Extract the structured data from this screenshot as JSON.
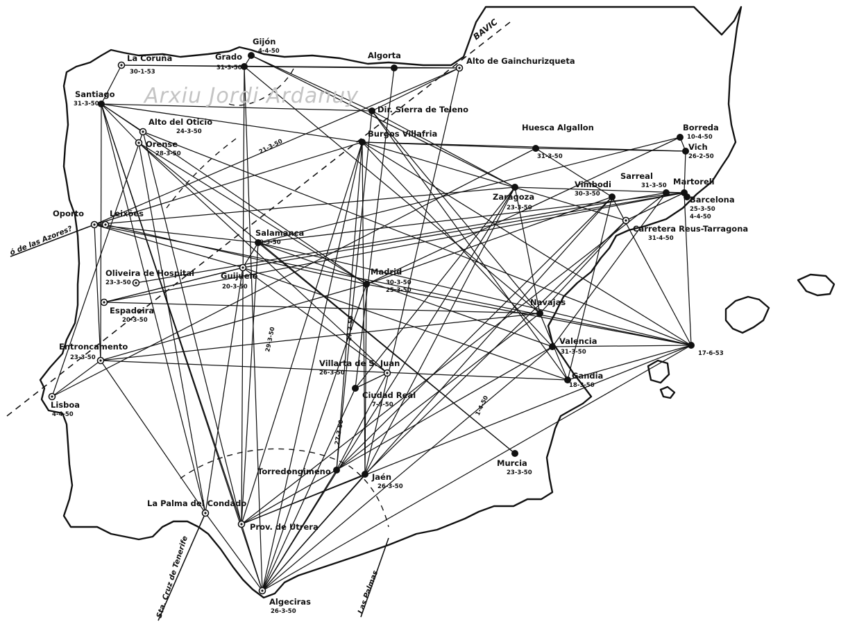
{
  "watermark": "Arxiu Jordi Ardanuy",
  "colors": {
    "ink": "#111111",
    "paper": "#ffffff",
    "watermark": "#c4c4c4"
  },
  "stations": [
    {
      "id": "lacoruna",
      "name": "La Coruña",
      "date": "30-1-53",
      "marker": "ring"
    },
    {
      "id": "gijon",
      "name": "Gijón",
      "date": "4-4-50",
      "marker": "solid"
    },
    {
      "id": "grado",
      "name": "Grado",
      "date": "31-3-50",
      "marker": "solid"
    },
    {
      "id": "algorta",
      "name": "Algorta",
      "date": "",
      "marker": "solid"
    },
    {
      "id": "ganchu",
      "name": "Alto de Gainchurizqueta",
      "date": "",
      "marker": "ring"
    },
    {
      "id": "santiago",
      "name": "Santiago",
      "date": "31-3-50",
      "marker": "solid"
    },
    {
      "id": "telena",
      "name": "Dir. Sierra de Teleno",
      "date": "",
      "marker": "solid"
    },
    {
      "id": "oticio",
      "name": "Alto del Oticio",
      "date": "24-3-50",
      "marker": "ring"
    },
    {
      "id": "orense",
      "name": "Orense",
      "date": "28-3-50",
      "marker": "ring"
    },
    {
      "id": "burgos",
      "name": "Burgos Villafria",
      "date": "",
      "marker": "solid"
    },
    {
      "id": "huesca",
      "name": "Huesca Algallon",
      "date": "31-3-50",
      "marker": "solid"
    },
    {
      "id": "borreda",
      "name": "Borreda",
      "date": "10-4-50",
      "marker": "solid"
    },
    {
      "id": "vich",
      "name": "Vich",
      "date": "26-2-50",
      "marker": "solid"
    },
    {
      "id": "oporto",
      "name": "Oporto",
      "date": "",
      "marker": "ring"
    },
    {
      "id": "leixoes",
      "name": "Leixões",
      "date": "",
      "marker": "ring"
    },
    {
      "id": "zaragoza",
      "name": "Zaragoza",
      "date": "23-3-50",
      "marker": "solid"
    },
    {
      "id": "sarreal",
      "name": "Sarreal",
      "date": "31-3-50",
      "marker": "solid"
    },
    {
      "id": "vimbodi",
      "name": "Vimbodi",
      "date": "30-3-50",
      "marker": "solid"
    },
    {
      "id": "martorell",
      "name": "Martorell",
      "date": "",
      "marker": "solid"
    },
    {
      "id": "barcelona",
      "name": "Barcelona",
      "date": "25-3-50 4-4-50",
      "marker": "solid"
    },
    {
      "id": "reus",
      "name": "Carretera Reus-Tarragona",
      "date": "31-4-50",
      "marker": "ring"
    },
    {
      "id": "salamanca",
      "name": "Salamanca",
      "date": "30-3-50",
      "marker": "solid"
    },
    {
      "id": "oliveira",
      "name": "Oliveira de Hospital",
      "date": "23-3-50",
      "marker": "ring"
    },
    {
      "id": "guijuelo",
      "name": "Guijuelo",
      "date": "20-3-50",
      "marker": "ring"
    },
    {
      "id": "madrid",
      "name": "Madrid",
      "date": "30-3-50 25-3-50",
      "marker": "solid"
    },
    {
      "id": "espadeira",
      "name": "Espadeira",
      "date": "20-3-50",
      "marker": "ring"
    },
    {
      "id": "navajas",
      "name": "Navajas",
      "date": "",
      "marker": "solid"
    },
    {
      "id": "valencia",
      "name": "Valencia",
      "date": "31-3-50",
      "marker": "solid"
    },
    {
      "id": "ibiza",
      "name": "",
      "date": "17-6-53",
      "marker": "solid"
    },
    {
      "id": "entron",
      "name": "Entroncamento",
      "date": "23-3-50",
      "marker": "ring"
    },
    {
      "id": "villarta",
      "name": "Villarta de S. Juan",
      "date": "26-3-50",
      "marker": "ring"
    },
    {
      "id": "gandia",
      "name": "Gandia",
      "date": "18-3-50",
      "marker": "solid"
    },
    {
      "id": "ciudadreal",
      "name": "Ciudad Real",
      "date": "7-3-50",
      "marker": "solid"
    },
    {
      "id": "lisboa",
      "name": "Lisboa",
      "date": "4-4-50",
      "marker": "ring"
    },
    {
      "id": "murcia",
      "name": "Murcia",
      "date": "23-3-50",
      "marker": "solid"
    },
    {
      "id": "torredon",
      "name": "Torredongimeno",
      "date": "",
      "marker": "solid"
    },
    {
      "id": "jaen",
      "name": "Jaén",
      "date": "26-3-50",
      "marker": "solid"
    },
    {
      "id": "palma",
      "name": "La Palma del Condado",
      "date": "",
      "marker": "ring"
    },
    {
      "id": "utrera",
      "name": "Prov. de Utrera",
      "date": "",
      "marker": "ring"
    },
    {
      "id": "algeciras",
      "name": "Algeciras",
      "date": "26-3-50",
      "marker": "ring"
    }
  ],
  "route_labels": [
    {
      "id": "r1",
      "text": "21-3-50"
    },
    {
      "id": "r2",
      "text": "29-3-50"
    },
    {
      "id": "r3",
      "text": "27-3-50"
    },
    {
      "id": "r4",
      "text": "27-3-50"
    },
    {
      "id": "r5",
      "text": "1-4-50"
    }
  ],
  "external": [
    {
      "id": "bavic",
      "text": "BAVIC"
    },
    {
      "id": "azores",
      "text": "ó de las Azores?"
    },
    {
      "id": "tenerife",
      "text": "Sta. Cruz de Tenerife"
    },
    {
      "id": "laspalmas",
      "text": "Las Palmas"
    }
  ],
  "links": [
    [
      "lacoruna",
      "ganchu"
    ],
    [
      "lacoruna",
      "santiago"
    ],
    [
      "santiago",
      "telena"
    ],
    [
      "santiago",
      "burgos"
    ],
    [
      "santiago",
      "algeciras"
    ],
    [
      "santiago",
      "entron"
    ],
    [
      "santiago",
      "utrera"
    ],
    [
      "santiago",
      "madrid"
    ],
    [
      "santiago",
      "palma"
    ],
    [
      "santiago",
      "orense"
    ],
    [
      "gijon",
      "grado"
    ],
    [
      "gijon",
      "telena"
    ],
    [
      "gijon",
      "zaragoza"
    ],
    [
      "grado",
      "algeciras"
    ],
    [
      "grado",
      "navajas"
    ],
    [
      "grado",
      "lacoruna"
    ],
    [
      "algorta",
      "ganchu"
    ],
    [
      "algorta",
      "ciudadreal"
    ],
    [
      "algorta",
      "grado"
    ],
    [
      "ganchu",
      "jaen"
    ],
    [
      "ganchu",
      "telena"
    ],
    [
      "ganchu",
      "oporto"
    ],
    [
      "telena",
      "zaragoza"
    ],
    [
      "telena",
      "navajas"
    ],
    [
      "telena",
      "gandia"
    ],
    [
      "oticio",
      "utrera"
    ],
    [
      "oticio",
      "lisboa"
    ],
    [
      "oticio",
      "ibiza"
    ],
    [
      "orense",
      "palma"
    ],
    [
      "orense",
      "villarta"
    ],
    [
      "orense",
      "madrid"
    ],
    [
      "orense",
      "murcia"
    ],
    [
      "burgos",
      "huesca"
    ],
    [
      "burgos",
      "oporto"
    ],
    [
      "burgos",
      "utrera"
    ],
    [
      "burgos",
      "reus"
    ],
    [
      "burgos",
      "vich"
    ],
    [
      "burgos",
      "algeciras"
    ],
    [
      "burgos",
      "jaen"
    ],
    [
      "burgos",
      "valencia"
    ],
    [
      "burgos",
      "ibiza"
    ],
    [
      "burgos",
      "torredon"
    ],
    [
      "huesca",
      "vich"
    ],
    [
      "huesca",
      "lisboa"
    ],
    [
      "huesca",
      "vimbodi"
    ],
    [
      "borreda",
      "salamanca"
    ],
    [
      "borreda",
      "madrid"
    ],
    [
      "borreda",
      "vich"
    ],
    [
      "vich",
      "martorell"
    ],
    [
      "zaragoza",
      "algeciras"
    ],
    [
      "zaragoza",
      "oporto"
    ],
    [
      "zaragoza",
      "martorell"
    ],
    [
      "zaragoza",
      "jaen"
    ],
    [
      "zaragoza",
      "ciudadreal"
    ],
    [
      "zaragoza",
      "navajas"
    ],
    [
      "sarreal",
      "utrera"
    ],
    [
      "sarreal",
      "martorell"
    ],
    [
      "sarreal",
      "valencia"
    ],
    [
      "sarreal",
      "oliveira"
    ],
    [
      "vimbodi",
      "torredon"
    ],
    [
      "vimbodi",
      "algeciras"
    ],
    [
      "vimbodi",
      "ibiza"
    ],
    [
      "vimbodi",
      "gandia"
    ],
    [
      "vimbodi",
      "madrid"
    ],
    [
      "martorell",
      "ibiza"
    ],
    [
      "martorell",
      "reus"
    ],
    [
      "martorell",
      "guijuelo"
    ],
    [
      "martorell",
      "salamanca"
    ],
    [
      "martorell",
      "espadeira"
    ],
    [
      "reus",
      "jaen"
    ],
    [
      "reus",
      "navajas"
    ],
    [
      "oporto",
      "ibiza"
    ],
    [
      "oporto",
      "salamanca"
    ],
    [
      "oporto",
      "entron"
    ],
    [
      "leixoes",
      "madrid"
    ],
    [
      "salamanca",
      "ibiza"
    ],
    [
      "salamanca",
      "utrera"
    ],
    [
      "salamanca",
      "guijuelo"
    ],
    [
      "salamanca",
      "valencia"
    ],
    [
      "salamanca",
      "murcia"
    ],
    [
      "guijuelo",
      "villarta"
    ],
    [
      "guijuelo",
      "espadeira"
    ],
    [
      "guijuelo",
      "gandia"
    ],
    [
      "guijuelo",
      "palma"
    ],
    [
      "madrid",
      "ibiza"
    ],
    [
      "madrid",
      "entron"
    ],
    [
      "madrid",
      "jaen"
    ],
    [
      "madrid",
      "algeciras"
    ],
    [
      "espadeira",
      "navajas"
    ],
    [
      "espadeira",
      "guijuelo"
    ],
    [
      "navajas",
      "gandia"
    ],
    [
      "navajas",
      "torredon"
    ],
    [
      "valencia",
      "algeciras"
    ],
    [
      "valencia",
      "ibiza"
    ],
    [
      "valencia",
      "utrera"
    ],
    [
      "gandia",
      "entron"
    ],
    [
      "gandia",
      "ibiza"
    ],
    [
      "ibiza",
      "utrera"
    ],
    [
      "ibiza",
      "algeciras"
    ],
    [
      "entron",
      "palma"
    ],
    [
      "entron",
      "navajas"
    ],
    [
      "entron",
      "lisboa"
    ],
    [
      "villarta",
      "ciudadreal"
    ],
    [
      "villarta",
      "torredon"
    ],
    [
      "ciudadreal",
      "algeciras"
    ],
    [
      "torredon",
      "algeciras"
    ],
    [
      "jaen",
      "utrera"
    ],
    [
      "jaen",
      "algeciras"
    ],
    [
      "palma",
      "algeciras"
    ],
    [
      "utrera",
      "algeciras"
    ],
    [
      "telena",
      "torredon"
    ],
    [
      "grado",
      "utrera"
    ],
    [
      "santiago",
      "oticio"
    ],
    [
      "oporto",
      "guijuelo"
    ]
  ]
}
